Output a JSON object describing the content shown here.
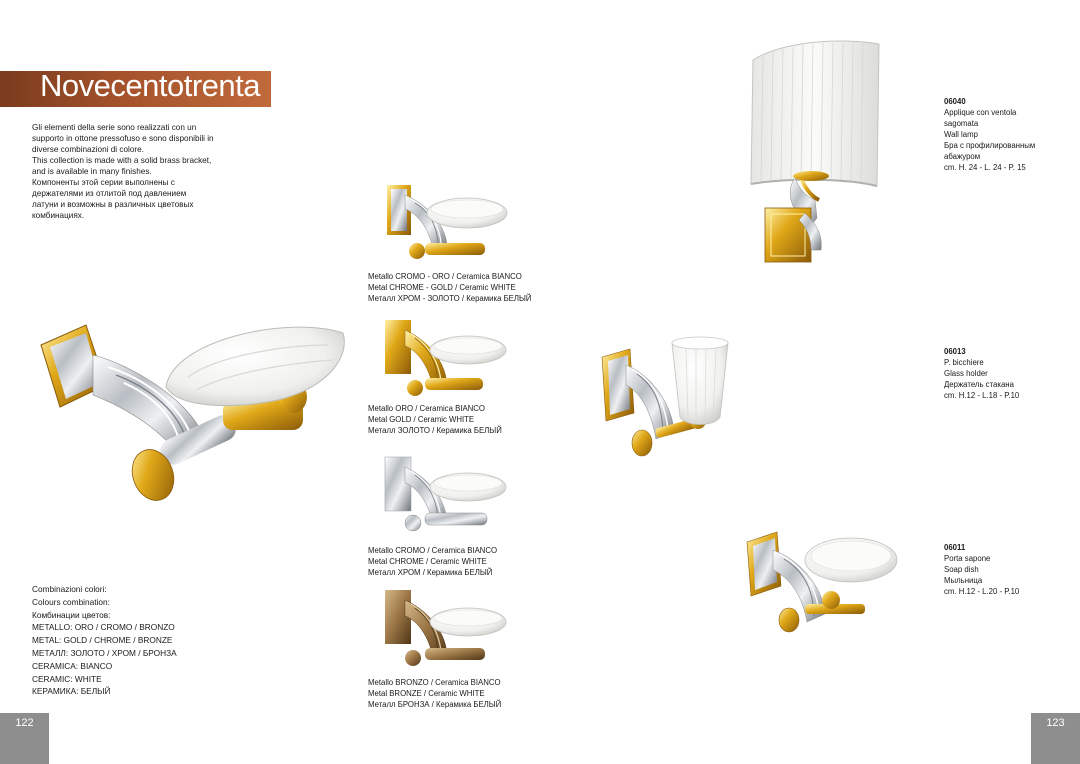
{
  "header": {
    "title": "Novecentotrenta"
  },
  "intro_lines": [
    "Gli elementi della serie sono realizzati con un",
    "supporto in ottone pressofuso e sono disponibili in",
    "diverse combinazioni di colore.",
    "This collection is made with a solid brass bracket,",
    "and is available in many finishes.",
    "Компоненты этой серии выполнены с",
    "держателями из отлитой под давлением",
    "латуни и возможны в различных цветовых",
    "комбинациях."
  ],
  "variants": [
    {
      "lines": [
        "Metallo CROMO - ORO / Ceramica BIANCO",
        "Metal CHROME - GOLD / Ceramic WHITE",
        "Металл ХРОМ - ЗОЛОТО / Керамика БЕЛЫЙ"
      ]
    },
    {
      "lines": [
        "Metallo ORO / Ceramica BIANCO",
        "Metal GOLD / Ceramic WHITE",
        "Металл ЗОЛОТО / Керамика БЕЛЫЙ"
      ]
    },
    {
      "lines": [
        "Metallo CROMO / Ceramica BIANCO",
        "Metal CHROME / Ceramic WHITE",
        "Металл ХРОМ / Керамика БЕЛЫЙ"
      ]
    },
    {
      "lines": [
        "Metallo BRONZO / Ceramica BIANCO",
        "Metal BRONZE / Ceramic WHITE",
        "Металл БРОНЗА / Керамика БЕЛЫЙ"
      ]
    }
  ],
  "products": [
    {
      "code": "06040",
      "lines": [
        "Applique con ventola",
        "sagomata",
        "Wall lamp",
        "Бра с профилированным",
        "абажуром",
        "cm. H. 24 - L. 24 - P. 15"
      ]
    },
    {
      "code": "06013",
      "lines": [
        "P. bicchiere",
        "Glass holder",
        "Держатель стакана",
        "cm. H.12 - L.18 - P.10"
      ]
    },
    {
      "code": "06011",
      "lines": [
        "Porta sapone",
        "Soap dish",
        "Мыльница",
        "cm. H.12 - L.20 - P.10"
      ]
    }
  ],
  "combinations": [
    "Combinazioni colori:",
    "Colours combination:",
    "Комбинации цветов:",
    "METALLO: ORO / CROMO / BRONZO",
    "METAL: GOLD / CHROME / BRONZE",
    "МЕТАЛЛ: ЗОЛОТО / ХРОМ / БРОНЗА",
    "CERAMICA: BIANCO",
    "CERAMIC: WHITE",
    "КЕРАМИКА: БЕЛЫЙ"
  ],
  "page_numbers": {
    "left": "122",
    "right": "123"
  },
  "colors": {
    "banner": "#a5522b",
    "page_box": "#8e8e8e",
    "gold": "#d4a017",
    "chrome": "#c8ccd0",
    "bronze": "#8a6a3e",
    "ceramic": "#f4f4f2"
  }
}
